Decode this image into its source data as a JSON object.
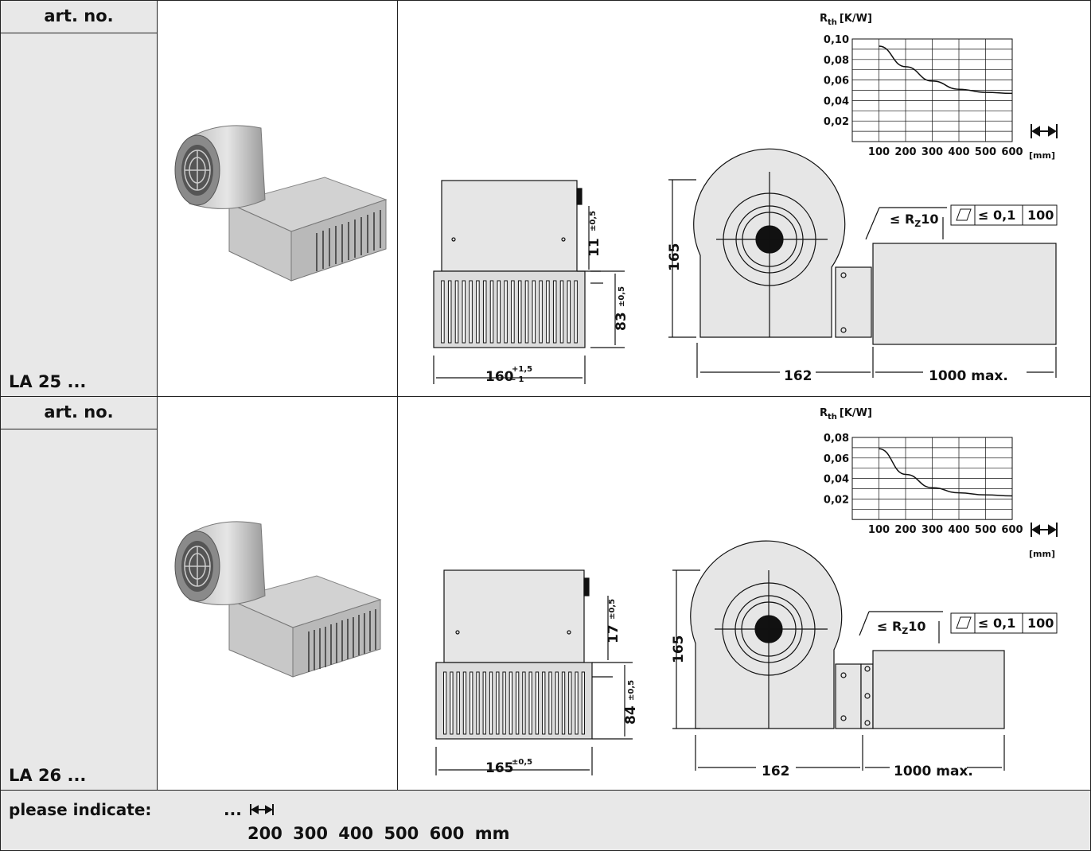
{
  "products": [
    {
      "art_no_header": "art. no.",
      "code": "LA 25 ...",
      "chart": {
        "ylabel_main": "R",
        "ylabel_sub": "th",
        "ylabel_unit": "[K/W]",
        "y_ticks": [
          "0,10",
          "0,08",
          "0,06",
          "0,04",
          "0,02"
        ],
        "x_ticks": [
          "100",
          "200",
          "300",
          "400",
          "500",
          "600"
        ],
        "x_unit": "[mm]"
      },
      "dims": {
        "width": "160",
        "width_tol_top": "+1,5",
        "width_tol_bot": "– 1",
        "gap": "11",
        "gap_tol": "±0,5",
        "height": "83",
        "height_tol": "±0,5",
        "side_height": "165",
        "side_depth": "162",
        "length": "1000 max.",
        "roughness_prefix": "≤ R",
        "roughness_sub": "Z",
        "roughness_val": "10",
        "flatness_tol": "≤ 0,1",
        "flatness_len": "100"
      }
    },
    {
      "art_no_header": "art. no.",
      "code": "LA 26 ...",
      "chart": {
        "ylabel_main": "R",
        "ylabel_sub": "th",
        "ylabel_unit": "[K/W]",
        "y_ticks": [
          "0,08",
          "0,06",
          "0,04",
          "0,02"
        ],
        "x_ticks": [
          "100",
          "200",
          "300",
          "400",
          "500",
          "600"
        ],
        "x_unit": "[mm]"
      },
      "dims": {
        "width": "165",
        "width_tol": "±0,5",
        "gap": "17",
        "gap_tol": "±0,5",
        "height": "84",
        "height_tol": "±0,5",
        "side_height": "165",
        "side_depth": "162",
        "length": "1000 max.",
        "roughness_prefix": "≤ R",
        "roughness_sub": "Z",
        "roughness_val": "10",
        "flatness_tol": "≤ 0,1",
        "flatness_len": "100"
      }
    }
  ],
  "footer": {
    "label": "please indicate:",
    "dots": "...",
    "options": "200  300  400  500  600 mm"
  },
  "chart_data": [
    {
      "type": "line",
      "x": [
        100,
        200,
        300,
        400,
        500,
        600
      ],
      "series": [
        {
          "values": [
            0.093,
            0.073,
            0.059,
            0.051,
            0.048,
            0.047
          ]
        }
      ],
      "xlabel": "[mm]",
      "ylabel": "Rth [K/W]",
      "xlim": [
        0,
        600
      ],
      "ylim": [
        0,
        0.1
      ],
      "grid": true
    },
    {
      "type": "line",
      "x": [
        100,
        200,
        300,
        400,
        500,
        600
      ],
      "series": [
        {
          "values": [
            0.069,
            0.044,
            0.031,
            0.026,
            0.024,
            0.023
          ]
        }
      ],
      "xlabel": "[mm]",
      "ylabel": "Rth [K/W]",
      "xlim": [
        0,
        600
      ],
      "ylim": [
        0,
        0.08
      ],
      "grid": true
    }
  ]
}
